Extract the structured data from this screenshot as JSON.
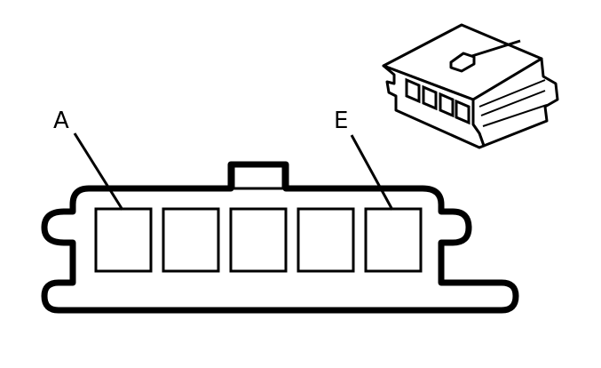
{
  "diagram": {
    "labels": {
      "first_cavity": "A",
      "last_cavity": "E"
    },
    "cavity_count": 5,
    "colors": {
      "stroke": "#000000",
      "background": "#ffffff"
    }
  }
}
